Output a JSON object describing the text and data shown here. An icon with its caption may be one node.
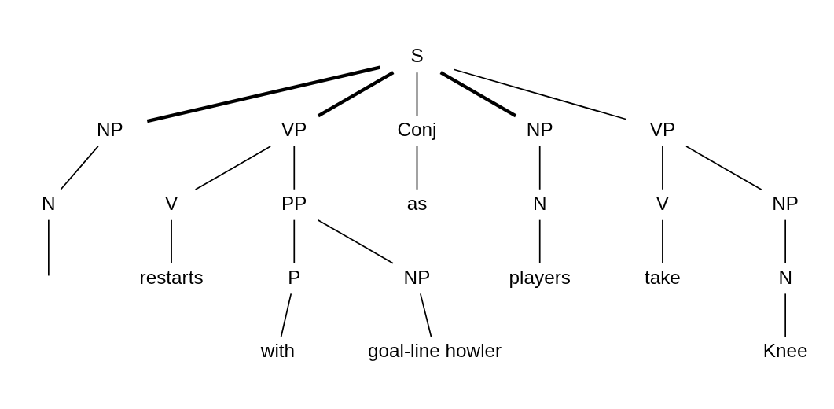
{
  "diagram": {
    "nodes": [
      {
        "text": [
          "S"
        ]
      },
      {
        "text": [
          "NP"
        ]
      },
      {
        "text": [
          "VP"
        ]
      },
      {
        "text": [
          "Conj"
        ]
      },
      {
        "text": [
          "NP"
        ]
      },
      {
        "text": [
          "VP"
        ]
      },
      {
        "text": [
          "N"
        ]
      },
      {
        "text": [
          "V"
        ]
      },
      {
        "text": [
          "PP"
        ]
      },
      {
        "text": [
          "as"
        ]
      },
      {
        "text": [
          "N"
        ]
      },
      {
        "text": [
          "V"
        ]
      },
      {
        "text": [
          "NP"
        ]
      },
      {
        "text": [
          "restarts"
        ]
      },
      {
        "text": [
          "P"
        ]
      },
      {
        "text": [
          "NP"
        ]
      },
      {
        "text": [
          "players"
        ]
      },
      {
        "text": [
          "take"
        ]
      },
      {
        "text": [
          "N"
        ]
      },
      {
        "text": [
          "with"
        ]
      },
      {
        "text": [
          "goal-line howler"
        ]
      },
      {
        "text": [
          "Knee"
        ]
      }
    ],
    "edges": [
      {
        "from": 0,
        "to": 1,
        "arrow": "none",
        "style": "thick"
      },
      {
        "from": 0,
        "to": 2,
        "arrow": "none",
        "style": "thick"
      },
      {
        "from": 0,
        "to": 3,
        "arrow": "none"
      },
      {
        "from": 0,
        "to": 4,
        "arrow": "none",
        "style": "thick"
      },
      {
        "from": 0,
        "to": 5,
        "arrow": "none"
      },
      {
        "from": 1,
        "to": 6,
        "arrow": "none"
      },
      {
        "from": 6,
        "to": null,
        "arrow": "none"
      },
      {
        "from": 2,
        "to": 7,
        "arrow": "none"
      },
      {
        "from": 2,
        "to": 8,
        "arrow": "none"
      },
      {
        "from": 7,
        "to": 13,
        "arrow": "none"
      },
      {
        "from": 8,
        "to": 14,
        "arrow": "none"
      },
      {
        "from": 8,
        "to": 15,
        "arrow": "none"
      },
      {
        "from": 14,
        "to": 19,
        "arrow": "none"
      },
      {
        "from": 15,
        "to": 20,
        "arrow": "none"
      },
      {
        "from": 3,
        "to": 9,
        "arrow": "none"
      },
      {
        "from": 4,
        "to": 10,
        "arrow": "none"
      },
      {
        "from": 10,
        "to": 16,
        "arrow": "none"
      },
      {
        "from": 5,
        "to": 11,
        "arrow": "none"
      },
      {
        "from": 5,
        "to": 12,
        "arrow": "none"
      },
      {
        "from": 11,
        "to": 17,
        "arrow": "none"
      },
      {
        "from": 12,
        "to": 18,
        "arrow": "none"
      },
      {
        "from": 18,
        "to": 21,
        "arrow": "none"
      }
    ]
  }
}
